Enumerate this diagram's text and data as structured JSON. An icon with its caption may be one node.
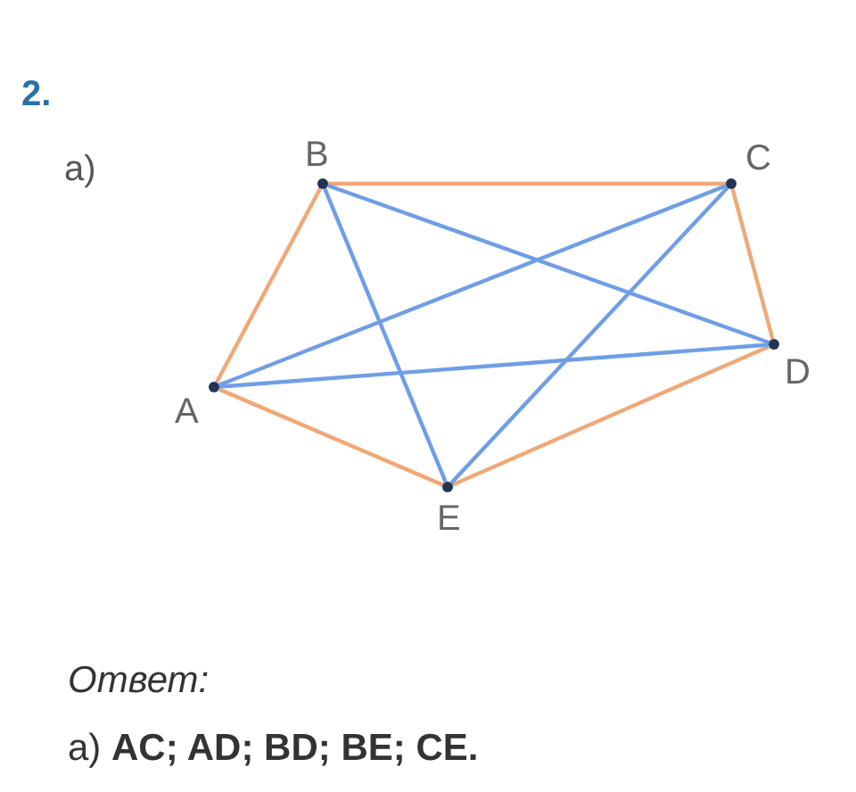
{
  "diagram": {
    "nodes": [
      {
        "text": [],
        "shape": "circle",
        "beside": [
          "A"
        ]
      },
      {
        "text": [],
        "shape": "circle",
        "beside": [
          "B"
        ]
      },
      {
        "text": [],
        "shape": "circle",
        "beside": [
          "C"
        ]
      },
      {
        "text": [],
        "shape": "circle",
        "beside": [
          "D"
        ]
      },
      {
        "text": [],
        "shape": "circle",
        "beside": [
          "E"
        ]
      }
    ],
    "edges": [
      {
        "from": 0,
        "to": 1,
        "arrow": "none",
        "color": "#f0a878"
      },
      {
        "from": 1,
        "to": 2,
        "arrow": "none",
        "color": "#f0a878"
      },
      {
        "from": 2,
        "to": 3,
        "arrow": "none",
        "color": "#f0a878"
      },
      {
        "from": 3,
        "to": 4,
        "arrow": "none",
        "color": "#f0a878"
      },
      {
        "from": 4,
        "to": 0,
        "arrow": "none",
        "color": "#f0a878"
      },
      {
        "from": 0,
        "to": 2,
        "arrow": "none",
        "color": "#6f9ee6"
      },
      {
        "from": 0,
        "to": 3,
        "arrow": "none",
        "color": "#6f9ee6"
      },
      {
        "from": 1,
        "to": 3,
        "arrow": "none",
        "color": "#6f9ee6"
      },
      {
        "from": 1,
        "to": 4,
        "arrow": "none",
        "color": "#6f9ee6"
      },
      {
        "from": 2,
        "to": 4,
        "arrow": "none",
        "color": "#6f9ee6"
      }
    ],
    "labels": [
      "2.",
      "а)",
      "Ответ:",
      "а) **AC; AD; BD; BE; CE.**"
    ]
  }
}
